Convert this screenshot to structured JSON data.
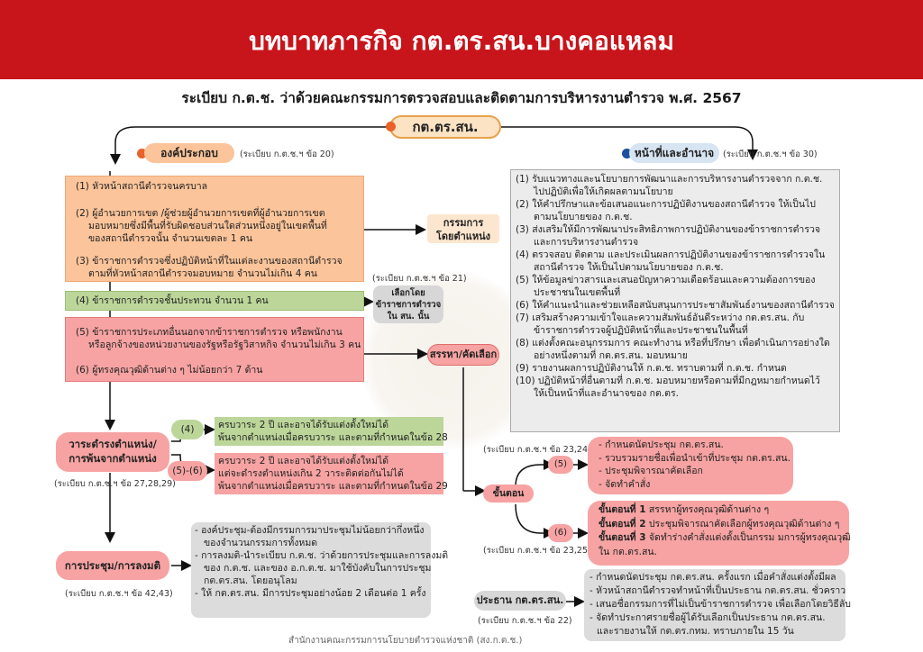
{
  "header": {
    "title": "บทบาทภารกิจ กต.ตร.สน.บางคอแหลม"
  },
  "subtitle": "ระเบียบ ก.ต.ช. ว่าด้วยคณะกรรมการตรวจสอบและติดตามการบริหารงานตำรวจ พ.ศ. 2567",
  "center_label": "กต.ตร.สน.",
  "composition": {
    "label": "องค์ประกอบ",
    "ref": "(ระเบียบ ก.ต.ช.ฯ ข้อ 20)",
    "items_orange": [
      [
        "(1) หัวหน้าสถานีตำรวจนครบาล"
      ],
      [
        "(2) ผู้อำนวยการเขต /ผู้ช่วยผู้อำนวยการเขตที่ผู้อำนวยการเขต",
        "มอบหมายซึ่งมีพื้นที่รับผิดชอบส่วนใดส่วนหนึ่งอยู่ในเขตพื้นที่",
        "ของสถานีตำรวจนั้น จำนวนเขตละ 1 คน"
      ],
      [
        "(3) ข้าราชการตำรวจซึ่งปฏิบัติหน้าที่ในแต่ละงานของสถานีตำรวจ",
        "ตามที่หัวหน้าสถานีตำรวจมอบหมาย จำนวนไม่เกิน 4 คน"
      ]
    ],
    "item_green": "(4) ข้าราชการตำรวจชั้นประทวน จำนวน 1 คน",
    "items_red": [
      [
        "(5) ข้าราชการประเภทอื่นนอกจากข้าราชการตำรวจ หรือพนักงาน",
        "หรือลูกจ้างของหน่วยงานของรัฐหรือรัฐวิสาหกิจ จำนวนไม่เกิน 3 คน"
      ],
      [
        "(6) ผู้ทรงคุณวุฒิด้านต่าง ๆ ไม่น้อยกว่า 7 ด้าน"
      ]
    ]
  },
  "selection": {
    "by_position": [
      "กรรมการ",
      "โดยตำแหน่ง"
    ],
    "ref21": "(ระเบียบ ก.ต.ช.ฯ ข้อ 21)",
    "elect": [
      "เลือกโดย",
      "ข้าราชการตำรวจ",
      "ใน สน. นั้น"
    ],
    "recruit": "สรรหา/คัดเลือก"
  },
  "duties": {
    "label": "หน้าที่และอำนาจ",
    "ref": "(ระเบียบ ก.ต.ช.ฯ ข้อ 30)",
    "items": [
      [
        "(1) รับแนวทางและนโยบายการพัฒนาและการบริหารงานตำรวจจาก ก.ต.ช.",
        "ไปปฏิบัติเพื่อให้เกิดผลตามนโยบาย"
      ],
      [
        "(2) ให้คำปรึกษาและข้อเสนอแนะการปฏิบัติงานของสถานีตำรวจ ให้เป็นไป",
        "ตามนโยบายของ ก.ต.ช."
      ],
      [
        "(3) ส่งเสริมให้มีการพัฒนาประสิทธิภาพการปฏิบัติงานของข้าราชการตำรวจ",
        "และการบริหารงานตำรวจ"
      ],
      [
        "(4) ตรวจสอบ ติดตาม และประเมินผลการปฏิบัติงานของข้าราชการตำรวจใน",
        "สถานีตำรวจ ให้เป็นไปตามนโยบายของ ก.ต.ช."
      ],
      [
        "(5) ให้ข้อมูลข่าวสารและเสนอปัญหาความเดือดร้อนและความต้องการของ",
        "ประชาชนในเขตพื้นที่"
      ],
      [
        "(6) ให้คำแนะนำและช่วยเหลือสนับสนุนการประชาสัมพันธ์งานของสถานีตำรวจ"
      ],
      [
        "(7) เสริมสร้างความเข้าใจและความสัมพันธ์อันดีระหว่าง กต.ตร.สน. กับ",
        "ข้าราชการตำรวจผู้ปฏิบัติหน้าที่และประชาชนในพื้นที่"
      ],
      [
        "(8) แต่งตั้งคณะอนุกรรมการ คณะทำงาน หรือที่ปรึกษา เพื่อดำเนินการอย่างใด",
        "อย่างหนึ่งตามที่ กต.ตร.สน. มอบหมาย"
      ],
      [
        "(9) รายงานผลการปฏิบัติงานให้ ก.ต.ช. ทราบตามที่ ก.ต.ช. กำหนด"
      ],
      [
        "(10) ปฏิบัติหน้าที่อื่นตามที่ ก.ต.ช. มอบหมายหรือตามที่มีกฎหมายกำหนดไว้",
        "ให้เป็นหน้าที่และอำนาจของ กต.ตร."
      ]
    ]
  },
  "term": {
    "label": [
      "วาระดำรงตำแหน่ง/",
      "การพ้นจากตำแหน่ง"
    ],
    "ref": "(ระเบียบ ก.ต.ช.ฯ ข้อ 27,28,29)",
    "tag4": "(4)",
    "text4": [
      "ครบวาระ 2 ปี และอาจได้รับแต่งตั้งใหม่ได้",
      "พ้นจากตำแหน่งเมื่อครบวาระ และตามที่กำหนดในข้อ 28"
    ],
    "tag56": "(5)-(6)",
    "text56": [
      "ครบวาระ 2 ปี และอาจได้รับแต่งตั้งใหม่ได้",
      "แต่จะดำรงตำแหน่งเกิน 2 วาระติดต่อกันไม่ได้",
      "พ้นจากตำแหน่งเมื่อครบวาระ และตามที่กำหนดในข้อ 29"
    ]
  },
  "meeting": {
    "label": "การประชุม/การลงมติ",
    "ref": "(ระเบียบ ก.ต.ช.ฯ ข้อ 42,43)",
    "items": [
      [
        "- องค์ประชุม-ต้องมีกรรมการมาประชุมไม่น้อยกว่ากึ่งหนึ่ง",
        "ของจำนวนกรรมการทั้งหมด"
      ],
      [
        "- การลงมติ-นำระเบียบ ก.ต.ช. ว่าด้วยการประชุมและการลงมติ",
        "ของ ก.ต.ช. และของ อ.ก.ต.ช. มาใช้บังคับในการประชุม",
        "กต.ตร.สน. โดยอนุโลม"
      ],
      [
        "- ให้ กต.ตร.สน. มีการประชุมอย่างน้อย 2 เดือนต่อ 1 ครั้ง"
      ]
    ]
  },
  "steps": {
    "label": "ขั้นตอน",
    "ref5": "(ระเบียบ ก.ต.ช.ฯ ข้อ 23,24)",
    "tag5": "(5)",
    "items5": [
      "- กำหนดนัดประชุม กต.ตร.สน.",
      "- รวบรวมรายชื่อเพื่อนำเข้าที่ประชุม กต.ตร.สน.",
      "- ประชุมพิจารณาคัดเลือก",
      "- จัดทำคำสั่ง"
    ],
    "tag6": "(6)",
    "ref6": "(ระเบียบ ก.ต.ช.ฯ ข้อ 23,25)",
    "items6": [
      {
        "bold": "ขั้นตอนที่ 1",
        "text": " สรรหาผู้ทรงคุณวุฒิด้านต่าง ๆ"
      },
      {
        "bold": "ขั้นตอนที่ 2",
        "text": " ประชุมพิจารณาคัดเลือกผู้ทรงคุณวุฒิด้านต่าง ๆ"
      },
      {
        "bold": "ขั้นตอนที่ 3",
        "text": " จัดทำร่างคำสั่งแต่งตั้งเป็นกรรม มการผู้ทรงคุณวุฒิ"
      },
      {
        "bold": "",
        "text": "ใน กต.ตร.สน."
      }
    ]
  },
  "chair": {
    "label": "ประธาน กต.ตร.สน.",
    "ref": "(ระเบียบ ก.ต.ช.ฯ ข้อ 22)",
    "items": [
      "- กำหนดนัดประชุม กต.ตร.สน. ครั้งแรก เมื่อคำสั่งแต่งตั้งมีผล",
      "- หัวหน้าสถานีตำรวจทำหน้าที่เป็นประธาน กต.ตร.สน. ชั่วคราว",
      "- เสนอชื่อกรรมการที่ไม่เป็นข้าราชการตำรวจ เพื่อเลือกโดยวิธีลับ",
      "- จัดทำประกาศรายชื่อผู้ได้รับเลือกเป็นประธาน กต.ตร.สน.",
      "และรายงานให้ กต.ตร.กทม. ทราบภายใน 15 วัน"
    ]
  },
  "footer": "สำนักงานคณะกรรมการนโยบายตำรวจแห่งชาติ (สง.ก.ต.ช.)",
  "colors": {
    "header": "#c8141b",
    "orange_box": "#fbc49a",
    "green_box": "#bcd69a",
    "red_box": "#f7a3a3",
    "gray_box": "#dcdcdc"
  }
}
